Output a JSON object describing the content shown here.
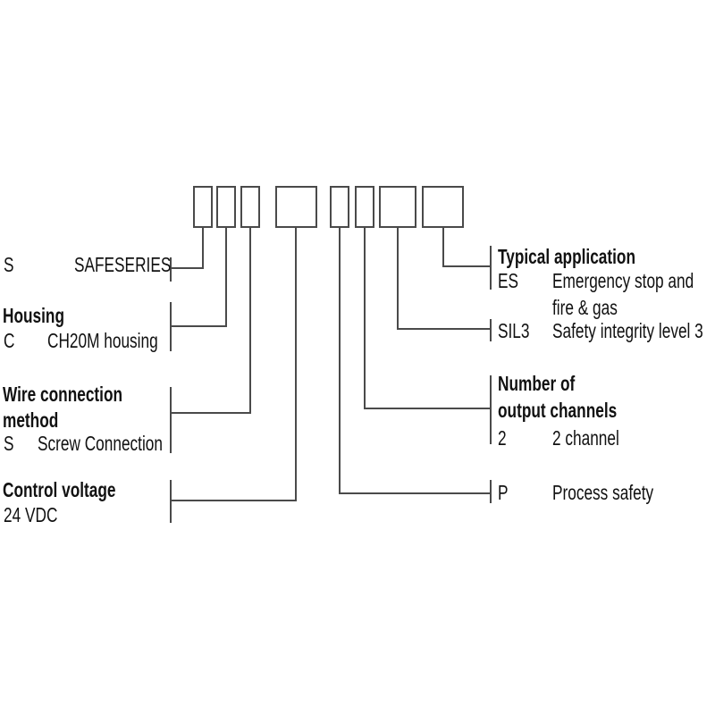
{
  "diagram": {
    "kind": "order-code-key",
    "colors": {
      "background": "#ffffff",
      "line": "#4a4a4a",
      "text": "#111111"
    },
    "code_boxes": [
      {
        "segment": "series"
      },
      {
        "segment": "housing"
      },
      {
        "segment": "wire-connection-method"
      },
      {
        "segment": "control-voltage"
      },
      {
        "segment": "process-safety"
      },
      {
        "segment": "output-channels"
      },
      {
        "segment": "safety-integrity-level"
      },
      {
        "segment": "typical-application"
      }
    ],
    "left_sections": [
      {
        "heading_lines": [],
        "code": "S",
        "description_lines": [
          "SAFESERIES"
        ]
      },
      {
        "heading_lines": [
          "Housing"
        ],
        "code": "C",
        "description_lines": [
          "CH20M housing"
        ]
      },
      {
        "heading_lines": [
          "Wire connection",
          "method"
        ],
        "code": "S",
        "description_lines": [
          "Screw Connection"
        ]
      },
      {
        "heading_lines": [
          "Control voltage"
        ],
        "code": "",
        "description_lines": [
          "24 VDC"
        ]
      }
    ],
    "right_sections": [
      {
        "heading_lines": [
          "Typical application"
        ],
        "code": "ES",
        "description_lines": [
          "Emergency stop and",
          "fire & gas"
        ]
      },
      {
        "heading_lines": [],
        "code": "SIL3",
        "description_lines": [
          "Safety integrity level 3"
        ]
      },
      {
        "heading_lines": [
          "Number of",
          "output channels"
        ],
        "code": "2",
        "description_lines": [
          "2 channel"
        ]
      },
      {
        "heading_lines": [],
        "code": "P",
        "description_lines": [
          "Process safety"
        ]
      }
    ]
  }
}
